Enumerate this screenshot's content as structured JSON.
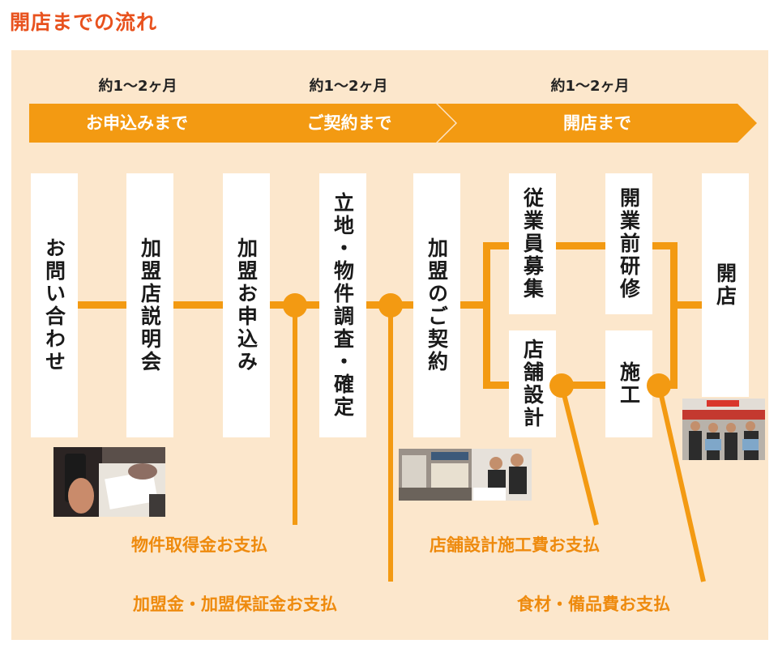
{
  "title": "開店までの流れ",
  "durations": [
    "約1〜2ヶ月",
    "約1〜2ヶ月",
    "約1〜2ヶ月"
  ],
  "phases": [
    "お申込みまで",
    "ご契約まで",
    "開店まで"
  ],
  "steps": {
    "inquiry": "お問い合わせ",
    "briefing": "加盟店説明会",
    "application": "加盟お申込み",
    "site_survey": "立地・物件調査・確定",
    "contract": "加盟のご契約",
    "recruit": "従業員募集",
    "design": "店舗設計",
    "training": "開業前研修",
    "construction": "施工",
    "opening": "開店"
  },
  "payments": [
    "物件取得金お支払",
    "加盟金・加盟保証金お支払",
    "店舗設計施工費お支払",
    "食材・備品費お支払"
  ],
  "colors": {
    "accent": "#f39a12",
    "title": "#e8521e",
    "panel": "#fce7cc",
    "payment_text": "#ee8a0d"
  }
}
